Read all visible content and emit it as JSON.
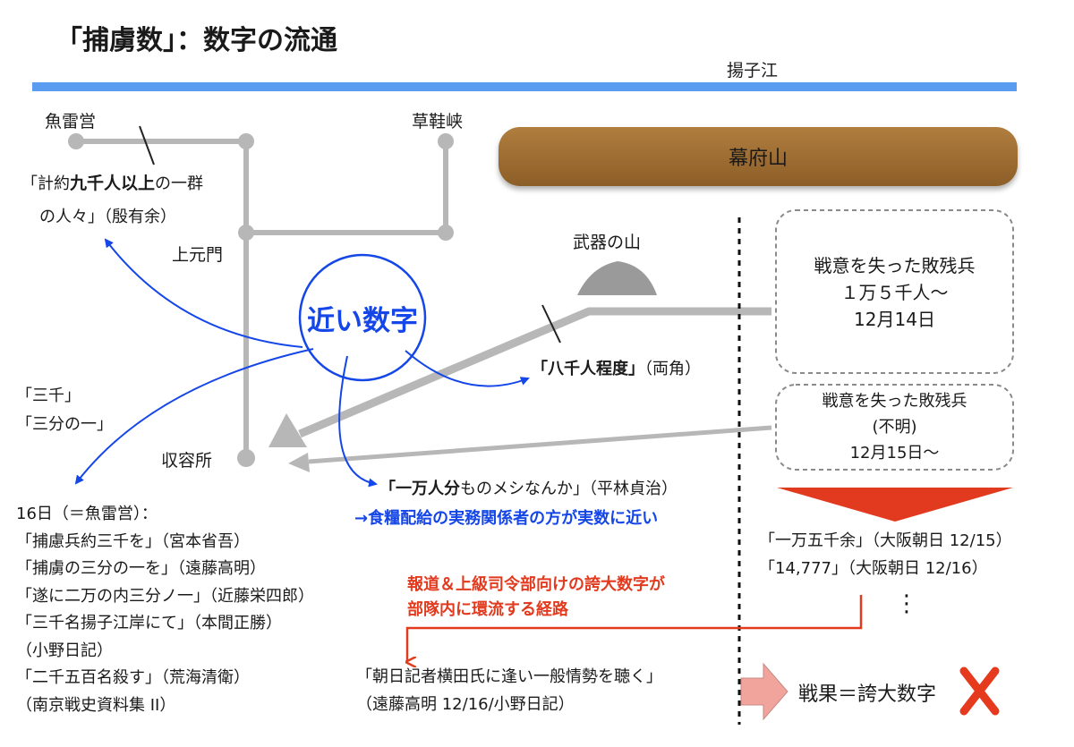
{
  "title": "「捕虜数」：数字の流通",
  "river": "揚子江",
  "places": {
    "gyoraiei": "魚雷営",
    "sokaikyo": "草鞋峡",
    "jogenmon": "上元門",
    "shuyosho": "収容所",
    "bakufuzan": "幕府山",
    "buki_no_yama": "武器の山"
  },
  "quotes": {
    "in_youyo_pre": "「計約",
    "in_youyo_bold": "九千人以上",
    "in_youyo_post": "の一群",
    "in_youyo_line2": "の人々」（殷有余）",
    "ryokaku_bold": "「八千人程度」",
    "ryokaku_src": "（両角）",
    "sansen": "「三千」",
    "sanbun": "「三分の一」",
    "hirabayashi_bold": "「一万人分",
    "hirabayashi_post": "ものメシなんか」（平林貞治）"
  },
  "near_numbers": "近い数字",
  "note_blue": "→食糧配給の実務関係者の方が実数に近い",
  "note_red": [
    "報道＆上級司令部向けの誇大数字が",
    "部隊内に環流する経路"
  ],
  "box1": [
    "戦意を失った敗残兵",
    "１万５千人〜",
    "12月14日"
  ],
  "box2": [
    "戦意を失った敗残兵",
    "(不明)",
    "12月15日〜"
  ],
  "day16": [
    "16日（＝魚雷営）：",
    "「捕慮兵約三千を」（宮本省吾）",
    "「捕虜の三分の一を」（遠藤高明）",
    "「遂に二万の内三分ノ一」（近藤栄四郎）",
    "「三千名揚子江岸にて」（本間正勝）",
    "（小野日記）",
    "「二千五百名殺す」（荒海清衛）",
    "（南京戦史資料集 II）"
  ],
  "asahi": [
    "「一万五千余」（大阪朝日 12/15）",
    "「14,777」（大阪朝日 12/16）"
  ],
  "ellipsis": "⋮",
  "asahi_reporter": [
    "「朝日記者横田氏に逢い一般情勢を聴く」",
    "（遠藤高明 12/16/小野日記）"
  ],
  "result": "戦果＝誇大数字",
  "result_icon": "cross-icon",
  "colors": {
    "river": "#5a9cf0",
    "mountain": "#9c6d34",
    "road": "#b7b7b7",
    "blue": "#1446e8",
    "red": "#e23a1e",
    "pink_arrow": "#f0a49c",
    "cross": "#e63a1e"
  }
}
